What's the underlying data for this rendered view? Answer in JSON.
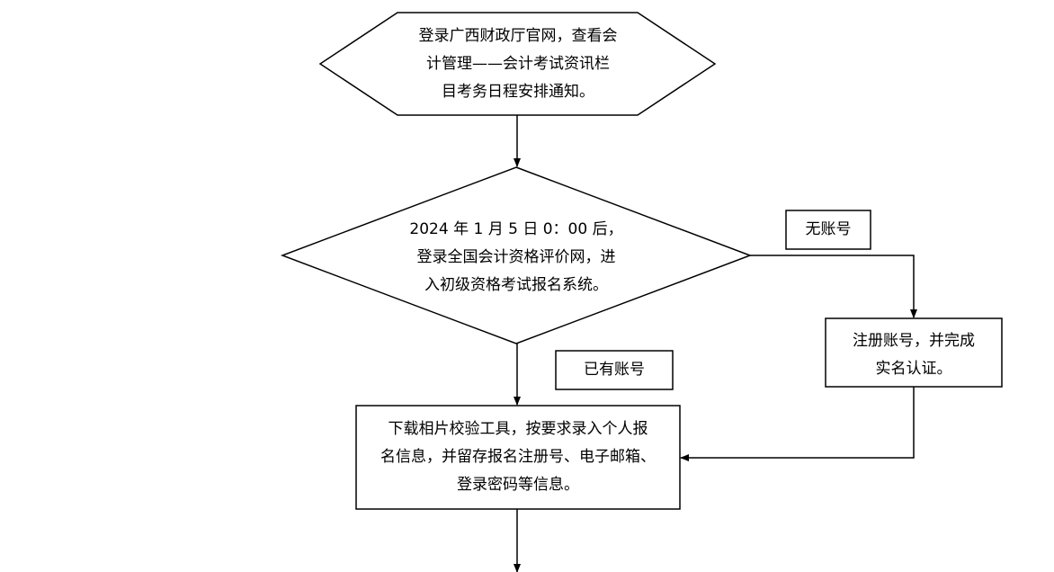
{
  "nodes": {
    "start": {
      "lines": [
        "登录广西财政厅官网，查看会",
        "计管理——会计考试资讯栏",
        "目考务日程安排通知。"
      ]
    },
    "decision": {
      "lines": [
        "2024 年 1 月 5 日 0：00 后，",
        "登录全国会计资格评价网，进",
        "入初级资格考试报名系统。"
      ]
    },
    "register": {
      "lines": [
        "注册账号，并完成",
        "实名认证。"
      ]
    },
    "download": {
      "lines": [
        "下载相片校验工具，按要求录入个人报",
        "名信息，并留存报名注册号、电子邮箱、",
        "登录密码等信息。"
      ]
    }
  },
  "labels": {
    "no_account": "无账号",
    "has_account": "已有账号"
  },
  "colors": {
    "stroke": "#000000",
    "background": "#ffffff",
    "text": "#000000"
  }
}
